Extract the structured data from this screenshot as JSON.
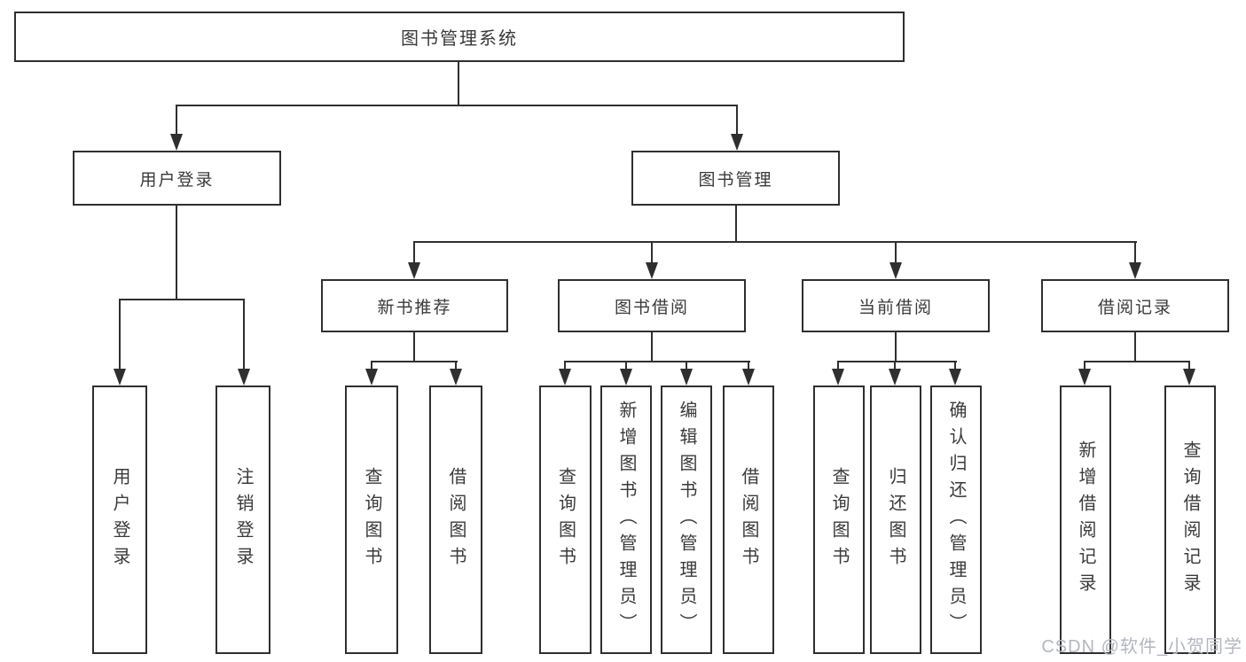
{
  "diagram": {
    "root": {
      "label": "图书管理系统",
      "children": [
        {
          "label": "用户登录",
          "children": [
            {
              "label": "用户登录"
            },
            {
              "label": "注销登录"
            }
          ]
        },
        {
          "label": "图书管理",
          "children": [
            {
              "label": "新书推荐",
              "children": [
                {
                  "label": "查询图书"
                },
                {
                  "label": "借阅图书"
                }
              ]
            },
            {
              "label": "图书借阅",
              "children": [
                {
                  "label": "查询图书"
                },
                {
                  "label": "新增图书（管理员）"
                },
                {
                  "label": "编辑图书（管理员）"
                },
                {
                  "label": "借阅图书"
                }
              ]
            },
            {
              "label": "当前借阅",
              "children": [
                {
                  "label": "查询图书"
                },
                {
                  "label": "归还图书"
                },
                {
                  "label": "确认归还（管理员）"
                }
              ]
            },
            {
              "label": "借阅记录",
              "children": [
                {
                  "label": "新增借阅记录"
                },
                {
                  "label": "查询借阅记录"
                }
              ]
            }
          ]
        }
      ]
    }
  },
  "watermark": {
    "text": "CSDN @软件_小贺同学"
  },
  "colors": {
    "line": "#2f2f2f",
    "text": "#3a3a3a",
    "watermark": "#b3b7be",
    "background": "#ffffff"
  }
}
